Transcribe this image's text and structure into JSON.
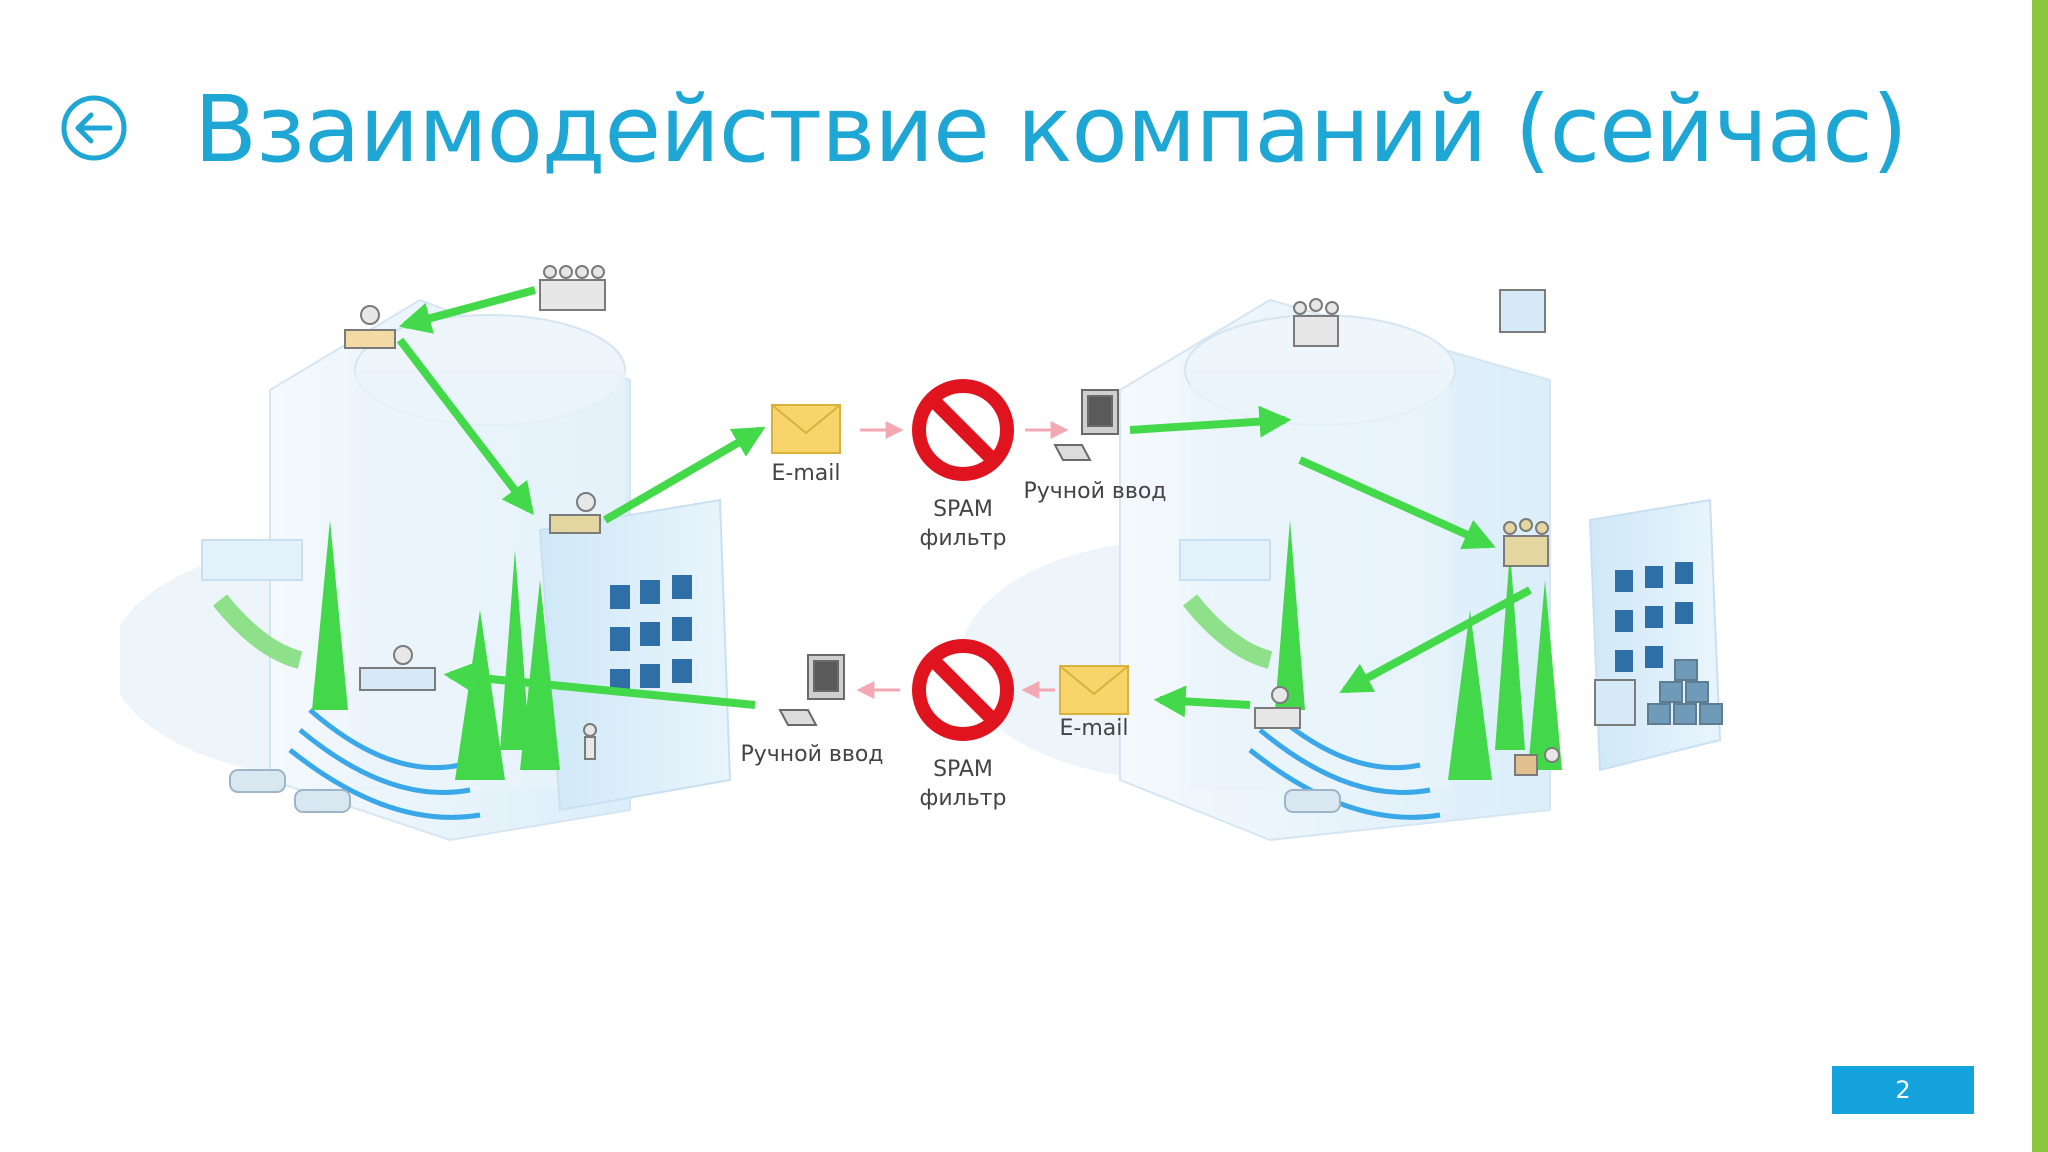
{
  "slide": {
    "title": "Взаимодействие компаний (сейчас)",
    "page_number": "2"
  },
  "icons": {
    "back": "arrow-left-circle-icon",
    "envelope": "envelope-icon",
    "prohibited": "no-entry-icon",
    "computer": "computer-terminal-icon"
  },
  "diagram": {
    "top_flow": {
      "email_label": "E-mail",
      "spam_label_line1": "SPAM",
      "spam_label_line2": "фильтр",
      "manual_input_label": "Ручной ввод"
    },
    "bottom_flow": {
      "email_label": "E-mail",
      "spam_label_line1": "SPAM",
      "spam_label_line2": "фильтр",
      "manual_input_label": "Ручной ввод"
    }
  },
  "colors": {
    "title": "#1ea7d4",
    "accent_bar": "#8cc63f",
    "page_badge": "#14a3dc",
    "flow_arrow": "#44d94a",
    "spam_sign": "#e0141e",
    "envelope": "#f7d56a"
  }
}
